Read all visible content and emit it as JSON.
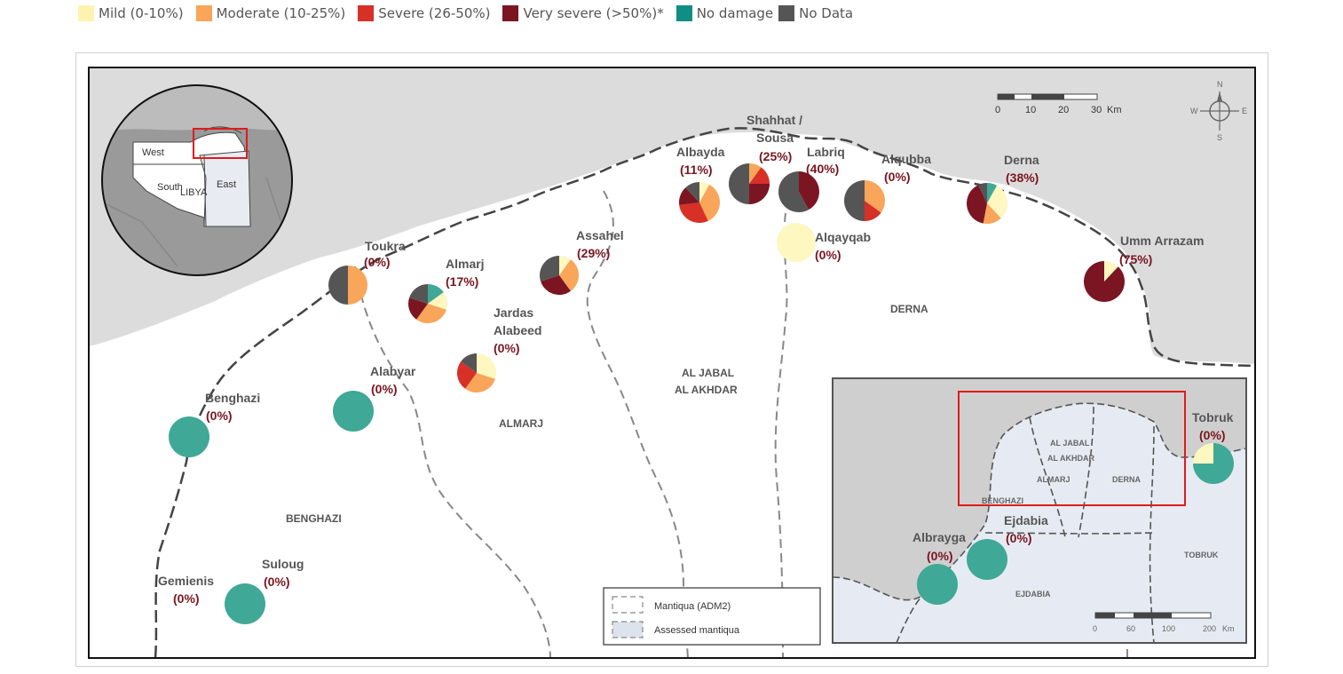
{
  "legend": [
    {
      "label": "Mild (0-10%)",
      "color": "#fff3b0"
    },
    {
      "label": "Moderate (10-25%)",
      "color": "#f9a55a"
    },
    {
      "label": "Severe (26-50%)",
      "color": "#d73027"
    },
    {
      "label": "Very severe (>50%)*",
      "color": "#7b1522"
    },
    {
      "label": "No damage",
      "color": "#0f8e86"
    },
    {
      "label": "No Data",
      "color": "#555555"
    }
  ],
  "pie_colors": {
    "mild": "#fff7c0",
    "moderate": "#f9a55a",
    "severe": "#d73027",
    "very_severe": "#7b1522",
    "no_damage": "#3fa896",
    "no_data": "#555555"
  },
  "locations": [
    {
      "name": "Toukra",
      "pct": "(0%)",
      "slices": {
        "no_data": 50,
        "moderate": 50
      }
    },
    {
      "name": "Almarj",
      "pct": "(17%)",
      "slices": {
        "no_damage": 15,
        "mild": 15,
        "moderate": 30,
        "very_severe": 20,
        "no_data": 20
      }
    },
    {
      "name": "Assahel",
      "pct": "(29%)",
      "slices": {
        "mild": 10,
        "moderate": 30,
        "very_severe": 30,
        "no_data": 30
      }
    },
    {
      "name": "Jardas",
      "name2": "Alabeed",
      "pct": "(0%)",
      "slices": {
        "mild": 30,
        "moderate": 30,
        "severe": 25,
        "no_data": 15
      }
    },
    {
      "name": "Albayda",
      "pct": "(11%)",
      "slices": {
        "mild": 8,
        "moderate": 35,
        "severe": 30,
        "very_severe": 15,
        "no_data": 12
      }
    },
    {
      "name": "Shahhat /",
      "name2": "Sousa",
      "pct": "(25%)",
      "slices": {
        "moderate": 10,
        "severe": 15,
        "very_severe": 25,
        "no_data": 50
      }
    },
    {
      "name": "Labriq",
      "pct": "(40%)",
      "slices": {
        "very_severe": 42,
        "no_data": 58
      }
    },
    {
      "name": "Alqayqab",
      "pct": "(0%)",
      "slices": {
        "mild": 100
      }
    },
    {
      "name": "Alqubba",
      "pct": "(0%)",
      "slices": {
        "moderate": 35,
        "severe": 15,
        "no_data": 50
      }
    },
    {
      "name": "Derna",
      "pct": "(38%)",
      "slices": {
        "no_damage": 8,
        "mild": 30,
        "moderate": 15,
        "very_severe": 40,
        "no_data": 7
      }
    },
    {
      "name": "Umm Arrazam",
      "pct": "(75%)",
      "slices": {
        "mild": 12,
        "very_severe": 88
      }
    },
    {
      "name": "Benghazi",
      "pct": "(0%)",
      "slices": {
        "no_damage": 100
      }
    },
    {
      "name": "Alabyar",
      "pct": "(0%)",
      "slices": {
        "no_damage": 100
      }
    },
    {
      "name": "Suloug",
      "pct": "(0%)",
      "slices": {
        "no_damage": 100
      }
    },
    {
      "name": "Gemienis",
      "pct": "(0%)",
      "slices": {}
    },
    {
      "name": "Tobruk",
      "pct": "(0%)",
      "slices": {
        "mild": 25,
        "no_damage": 75
      }
    },
    {
      "name": "Albrayga",
      "pct": "(0%)",
      "slices": {
        "no_damage": 100
      }
    },
    {
      "name": "Ejdabia",
      "pct": "(0%)",
      "slices": {
        "no_damage": 100
      }
    }
  ],
  "regions": {
    "derna": "DERNA",
    "al_jabal_1": "AL JABAL",
    "al_jabal_2": "AL AKHDAR",
    "almarj": "ALMARJ",
    "benghazi": "BENGHAZI"
  },
  "inset_libya": {
    "west": "West",
    "south": "South",
    "libya": "LIBYA",
    "east": "East"
  },
  "inset_east": {
    "al_jabal_1": "AL JABAL",
    "al_jabal_2": "AL AKHDAR",
    "almarj": "ALMARJ",
    "derna": "DERNA",
    "benghazi": "BENGHAZI",
    "tobruk": "TOBRUK",
    "ejdabia": "EJDABIA",
    "scale": [
      "0",
      "60",
      "100",
      "200",
      "Km"
    ]
  },
  "scalebar": [
    "0",
    "10",
    "20",
    "30",
    "Km"
  ],
  "compass": {
    "n": "N",
    "s": "S",
    "e": "E",
    "w": "W"
  },
  "map_legend": {
    "adm2": "Mantiqua (ADM2)",
    "assessed": "Assessed mantiqua"
  }
}
